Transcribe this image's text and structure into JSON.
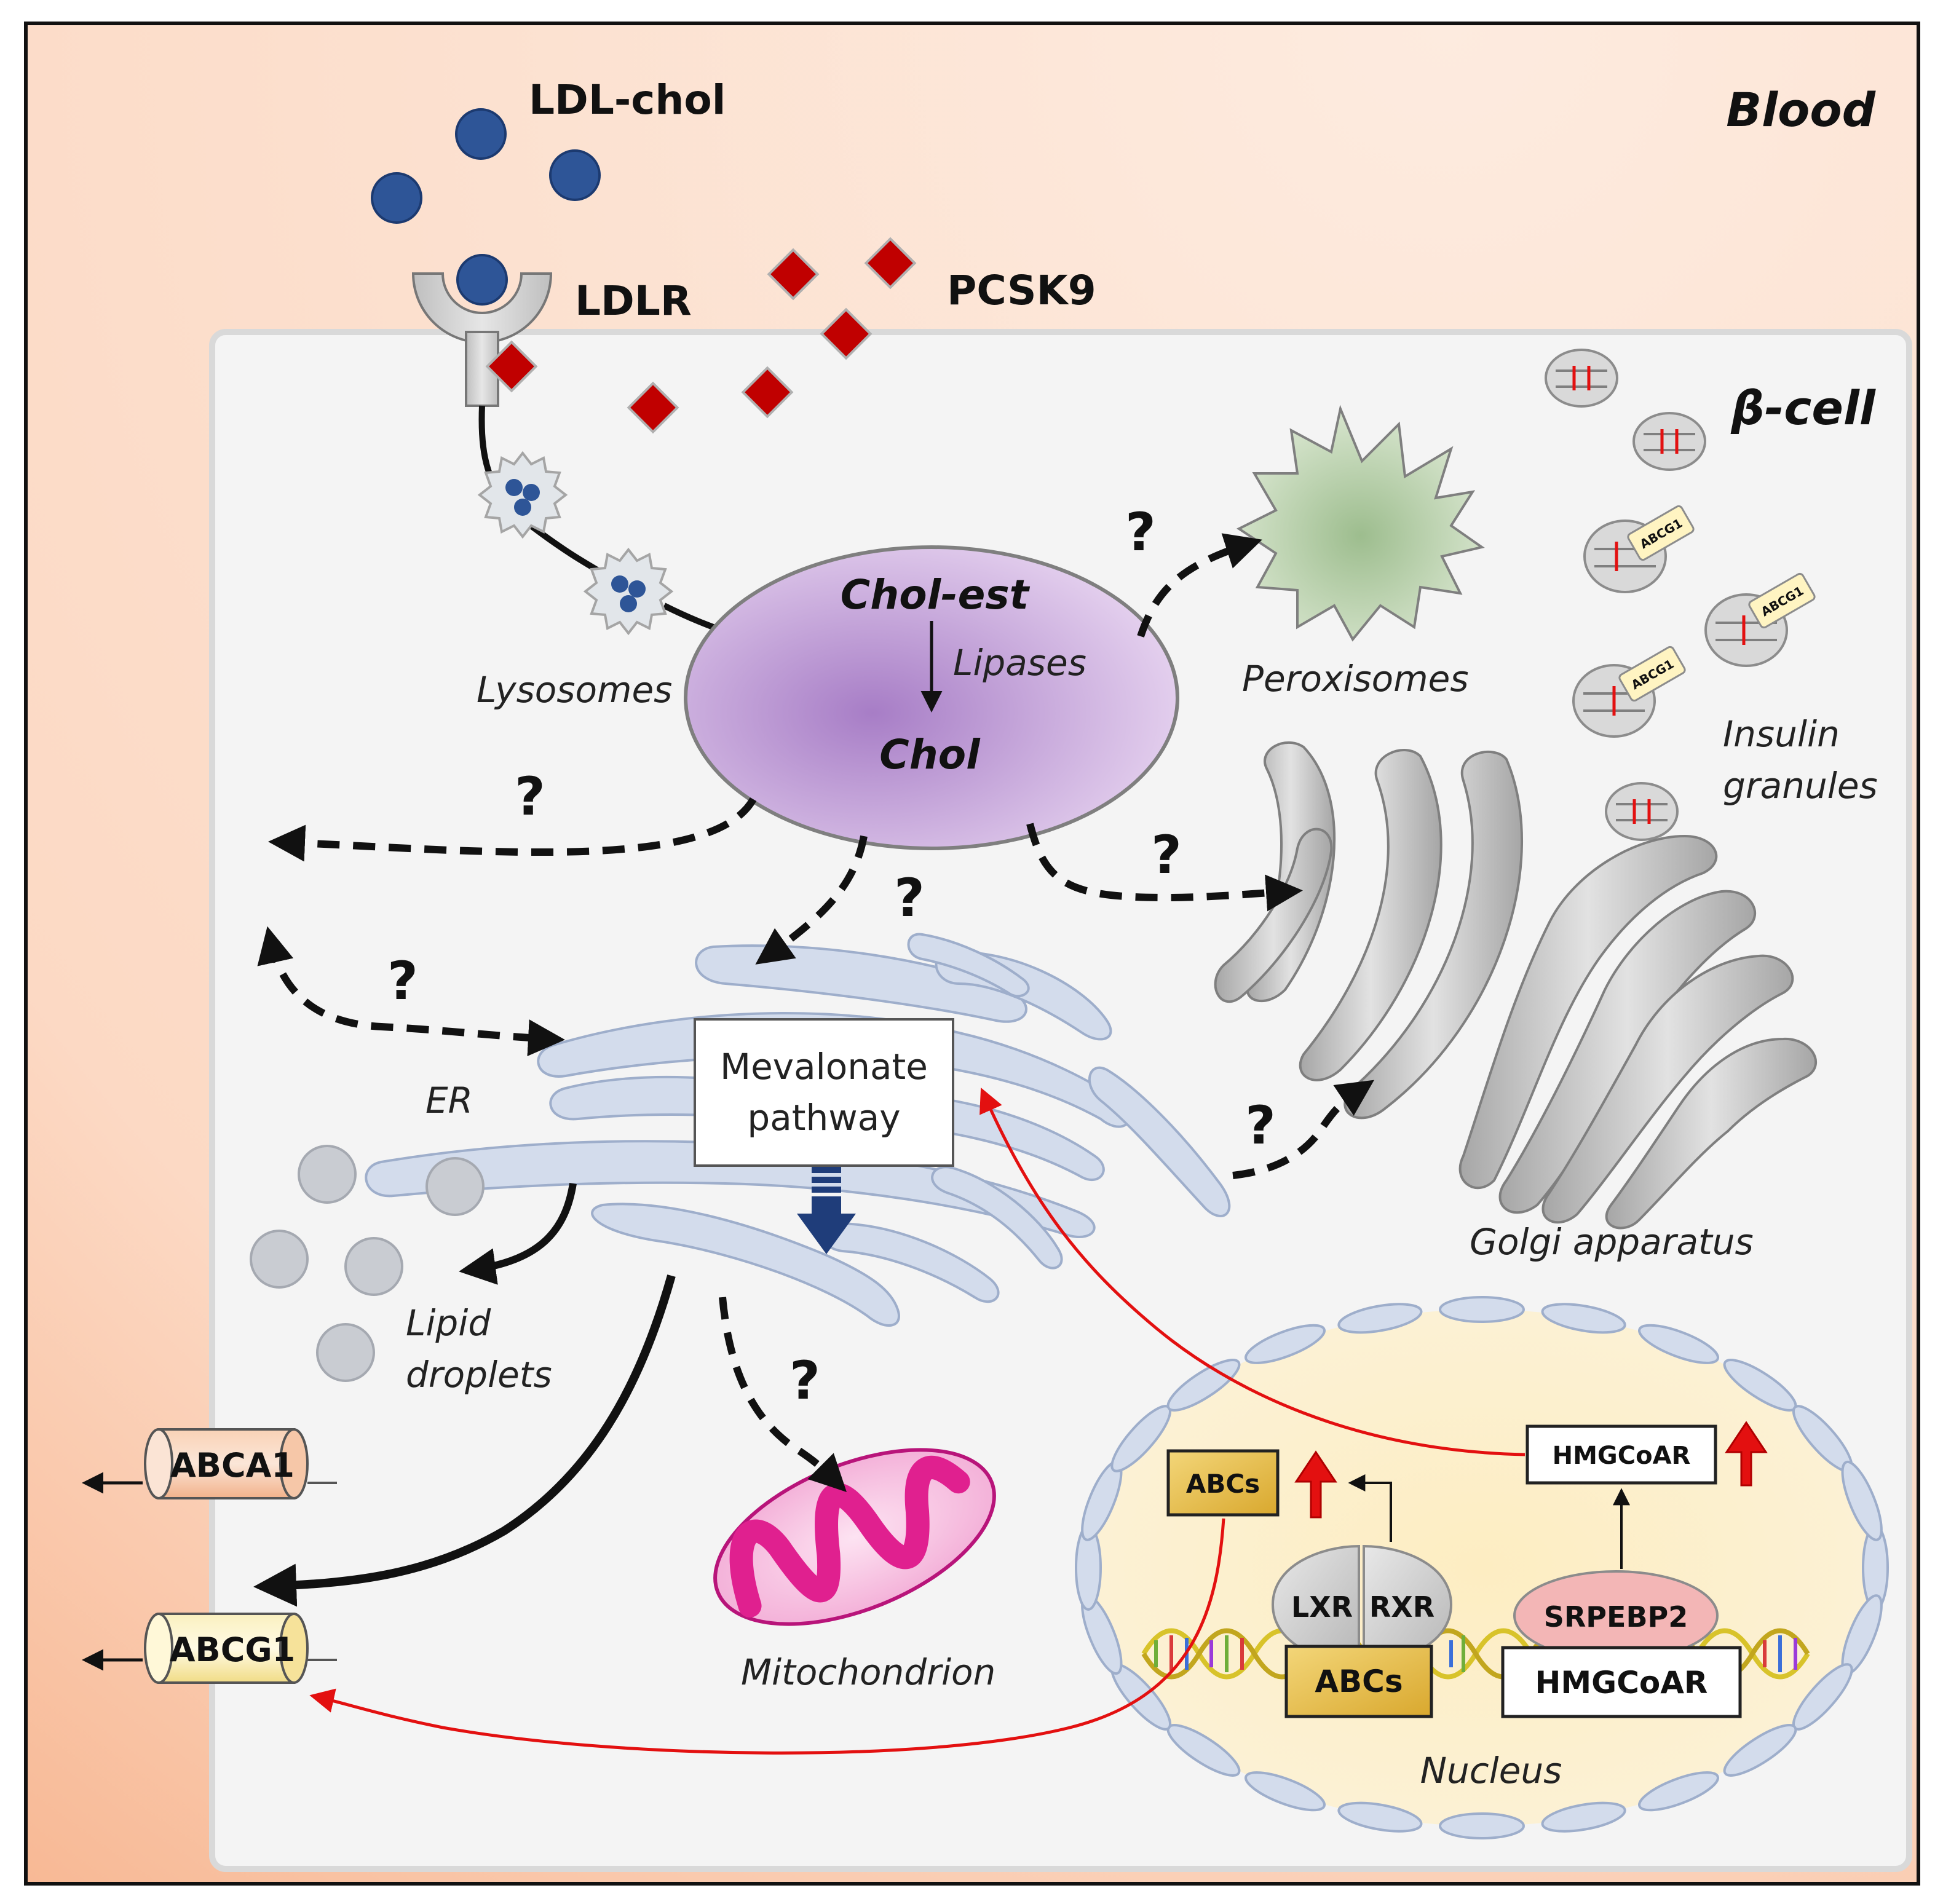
{
  "labels": {
    "ldl_chol": "LDL-chol",
    "blood": "Blood",
    "ldlr": "LDLR",
    "pcsk9": "PCSK9",
    "beta_cell": "β-cell",
    "chol_est": "Chol-est",
    "lipases": "Lipases",
    "chol": "Chol",
    "lysosomes": "Lysosomes",
    "peroxisomes": "Peroxisomes",
    "insulin_granules_1": "Insulin",
    "insulin_granules_2": "granules",
    "er": "ER",
    "mevalonate_1": "Mevalonate",
    "mevalonate_2": "pathway",
    "golgi": "Golgi apparatus",
    "lipid_droplets_1": "Lipid",
    "lipid_droplets_2": "droplets",
    "mitochondrion": "Mitochondrion",
    "abca1": "ABCA1",
    "abcg1": "ABCG1",
    "abcs_small": "ABCs",
    "abcs_gene": "ABCs",
    "hmgcoar_small": "HMGCoAR",
    "hmgcoar_gene": "HMGCoAR",
    "lxr": "LXR",
    "rxr": "RXR",
    "srebp2": "SRPEBP2",
    "nucleus": "Nucleus",
    "question_mark": "?",
    "granule_abcg1": "ABCG1"
  },
  "colors": {
    "blood_bg": "#fde3d3",
    "cell_bg": "#f4f4f4",
    "ldl_particle": "#2e5597",
    "pcsk9": "#c00000",
    "lysosome_body": "#e2e6ea",
    "mevalonate_arrow": "#1f3d7a",
    "er_fill": "#d3dcec",
    "golgi_fill": "#c9c9c9",
    "nucleus_fill": "#fdf0c8",
    "mitochondrion": "#e0208f",
    "regulation_arrow": "#e31010",
    "abcs_box": "#ecc64a",
    "srebp2_fill": "#f3b6b6"
  }
}
